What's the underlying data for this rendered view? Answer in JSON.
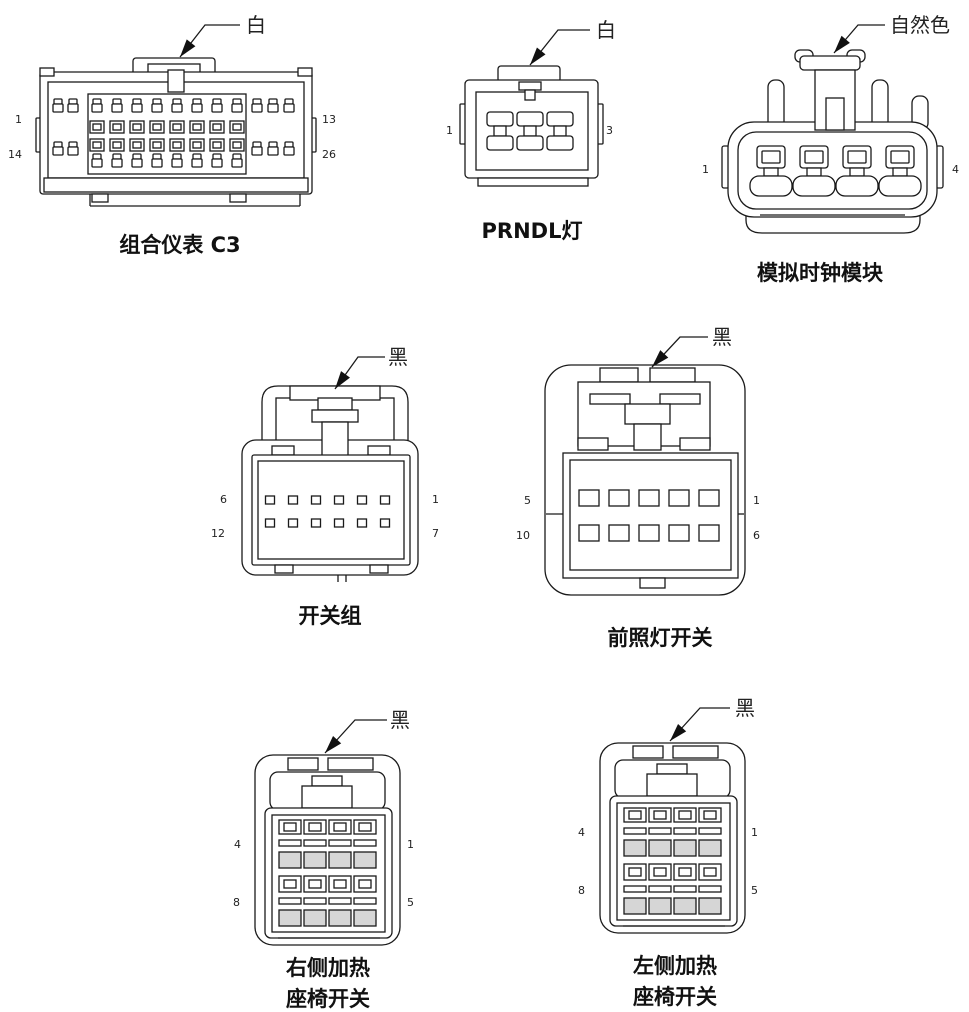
{
  "connectors": [
    {
      "wire_color": "白",
      "caption": "组合仪表 C3",
      "pins": {
        "top_left": "1",
        "top_right": "13",
        "bottom_left": "14",
        "bottom_right": "26"
      }
    },
    {
      "wire_color": "白",
      "caption": "PRNDL灯",
      "pins": {
        "left": "1",
        "right": "3"
      }
    },
    {
      "wire_color": "自然色",
      "caption": "模拟时钟模块",
      "pins": {
        "left": "1",
        "right": "4"
      }
    },
    {
      "wire_color": "黑",
      "caption": "开关组",
      "pins": {
        "top_left": "6",
        "top_right": "1",
        "bottom_left": "12",
        "bottom_right": "7"
      }
    },
    {
      "wire_color": "黑",
      "caption": "前照灯开关",
      "pins": {
        "top_left": "5",
        "top_right": "1",
        "bottom_left": "10",
        "bottom_right": "6"
      }
    },
    {
      "wire_color": "黑",
      "caption_lines": [
        "右侧加热",
        "座椅开关"
      ],
      "pins": {
        "top_left": "4",
        "top_right": "1",
        "bottom_left": "8",
        "bottom_right": "5"
      }
    },
    {
      "wire_color": "黑",
      "caption_lines": [
        "左侧加热",
        "座椅开关"
      ],
      "pins": {
        "top_left": "4",
        "top_right": "1",
        "bottom_left": "8",
        "bottom_right": "5"
      }
    }
  ]
}
